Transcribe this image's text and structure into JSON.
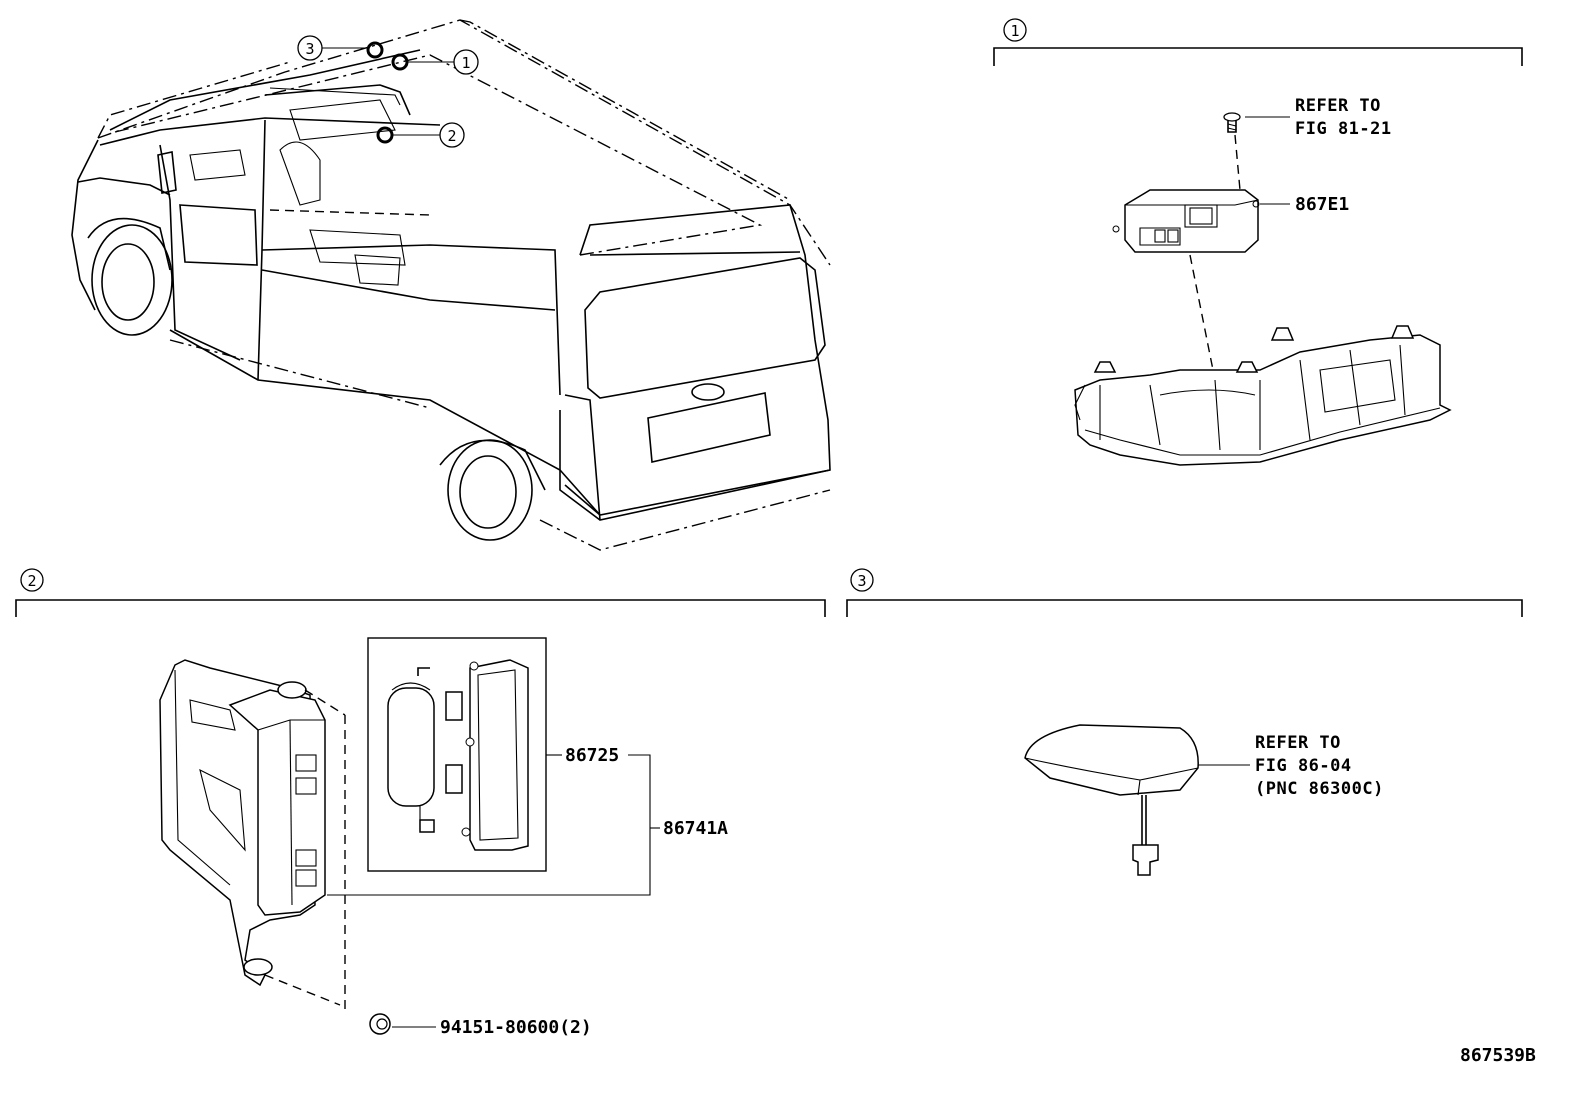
{
  "diagram_id": "867539B",
  "callouts": {
    "c1": "1",
    "c2": "2",
    "c3": "3"
  },
  "section1": {
    "marker": "1",
    "refer_line1": "REFER TO",
    "refer_line2": "FIG 81-21",
    "part": "867E1"
  },
  "section2": {
    "marker": "2",
    "part_a": "86725",
    "part_b": "86741A",
    "part_c": "94151-80600(2)"
  },
  "section3": {
    "marker": "3",
    "refer_line1": "REFER TO",
    "refer_line2": "FIG 86-04",
    "refer_line3": "(PNC 86300C)"
  }
}
